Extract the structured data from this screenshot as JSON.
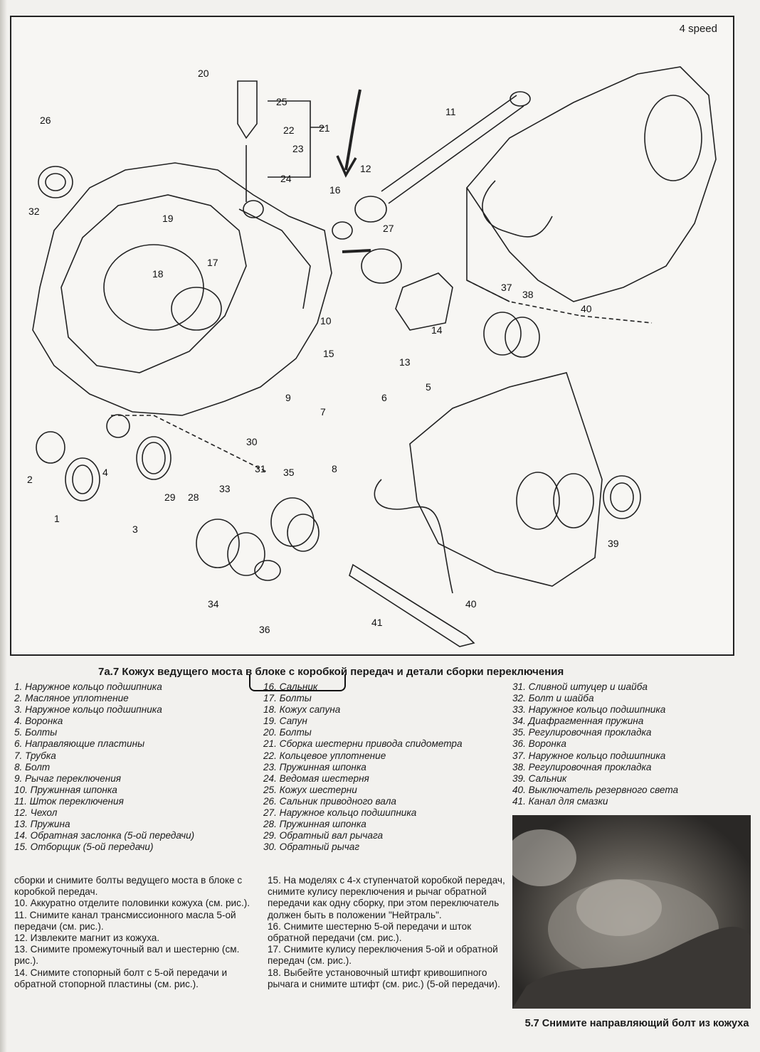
{
  "figure": {
    "speed_label": "4 speed",
    "callouts": [
      "1",
      "2",
      "3",
      "4",
      "5",
      "6",
      "7",
      "8",
      "9",
      "10",
      "11",
      "12",
      "13",
      "14",
      "15",
      "16",
      "17",
      "18",
      "19",
      "20",
      "21",
      "22",
      "23",
      "24",
      "25",
      "26",
      "27",
      "28",
      "29",
      "30",
      "31",
      "32",
      "33",
      "34",
      "35",
      "36",
      "37",
      "38",
      "39",
      "40",
      "40",
      "41"
    ]
  },
  "caption": "7а.7 Кожух ведущего моста в блоке с коробкой передач и детали сборки переключения",
  "parts": {
    "col1": [
      "1. Наружное кольцо подшипника",
      "2. Масляное уплотнение",
      "3. Наружное кольцо подшипника",
      "4. Воронка",
      "5. Болты",
      "6. Направляющие пластины",
      "7. Трубка",
      "8. Болт",
      "9. Рычаг переключения",
      "10. Пружинная шпонка",
      "11. Шток переключения",
      "12. Чехол",
      "13. Пружина",
      "14. Обратная заслонка (5-ой передачи)",
      "15. Отборщик (5-ой передачи)"
    ],
    "col2": [
      "16. Сальник",
      "17. Болты",
      "18. Кожух сапуна",
      "19. Сапун",
      "20. Болты",
      "21. Сборка шестерни привода спидометра",
      "22. Кольцевое уплотнение",
      "23. Пружинная шпонка",
      "24. Ведомая шестерня",
      "25. Кожух шестерни",
      "26. Сальник приводного вала",
      "27. Наружное кольцо подшипника",
      "28. Пружинная шпонка",
      "29. Обратный вал рычага",
      "30. Обратный рычаг"
    ],
    "col3": [
      "31. Сливной штуцер и шайба",
      "32. Болт и шайба",
      "33. Наружное кольцо подшипника",
      "34. Диафрагменная пружина",
      "35. Регулировочная прокладка",
      "36. Воронка",
      "37. Наружное кольцо подшипника",
      "38. Регулировочная прокладка",
      "39. Сальник",
      "40. Выключатель резервного света",
      "41. Канал для смазки"
    ]
  },
  "text_left": [
    "сборки и снимите болты ведущего моста в блоке с коробкой передач.",
    "10. Аккуратно отделите половинки кожуха (см. рис.).",
    "11. Снимите канал трансмиссионного масла 5-ой передачи (см. рис.).",
    "12. Извлеките магнит из кожуха.",
    "13. Снимите промежуточный вал и шестерню (см. рис.).",
    "14. Снимите стопорный болт с 5-ой передачи и обратной стопорной пластины (см. рис.)."
  ],
  "text_right": [
    "15. На моделях с 4-х ступенчатой коробкой передач, снимите кулису переключения и рычаг обратной передачи как одну сборку, при этом переключатель должен быть в положении \"Нейтраль\".",
    "16. Снимите шестерню 5-ой передачи и шток обратной передачи (см. рис.).",
    "17. Снимите кулису переключения 5-ой и обратной передач (см. рис.).",
    "18. Выбейте установочный штифт кривошипного рычага и снимите штифт (см. рис.) (5-ой передачи)."
  ],
  "photo_caption": "5.7 Снимите направляющий болт из кожуха"
}
